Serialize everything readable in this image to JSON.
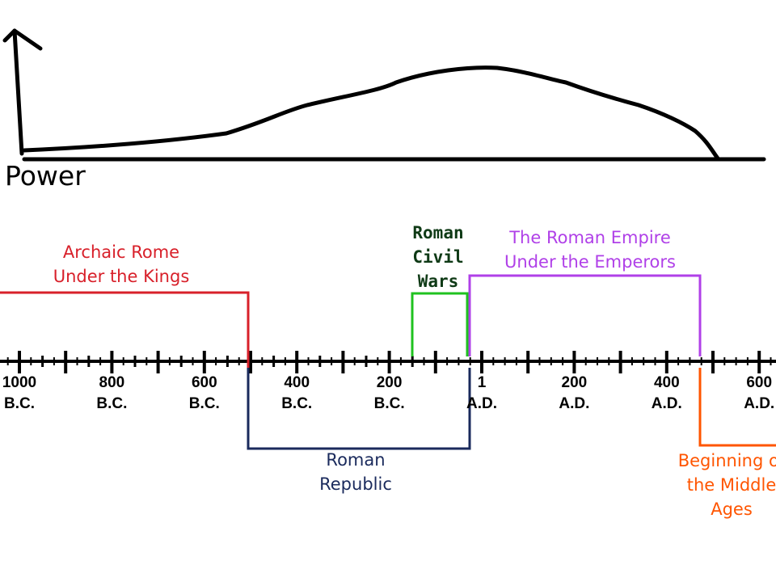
{
  "power_curve": {
    "axis_label": "Power"
  },
  "timeline": {
    "ticks": [
      {
        "year": "1000",
        "era": "B.C."
      },
      {
        "year": "800",
        "era": "B.C."
      },
      {
        "year": "600",
        "era": "B.C."
      },
      {
        "year": "400",
        "era": "B.C."
      },
      {
        "year": "200",
        "era": "B.C."
      },
      {
        "year": "1",
        "era": "A.D."
      },
      {
        "year": "200",
        "era": "A.D."
      },
      {
        "year": "400",
        "era": "A.D."
      },
      {
        "year": "600",
        "era": "A.D."
      }
    ]
  },
  "periods": {
    "archaic": {
      "line1": "Archaic Rome",
      "line2": "Under the Kings",
      "color": "#d8202a"
    },
    "civil_wars": {
      "line1": "Roman",
      "line2": "Civil",
      "line3": "Wars",
      "color": "#1fc21f"
    },
    "empire": {
      "line1": "The Roman Empire",
      "line2": "Under the Emperors",
      "color": "#b040e8"
    },
    "republic": {
      "line1": "Roman",
      "line2": "Republic",
      "color": "#1a2a5c"
    },
    "middle_ages": {
      "line1": "Beginning of",
      "line2": "the Middle",
      "line3": "Ages",
      "color": "#ff5500"
    }
  }
}
